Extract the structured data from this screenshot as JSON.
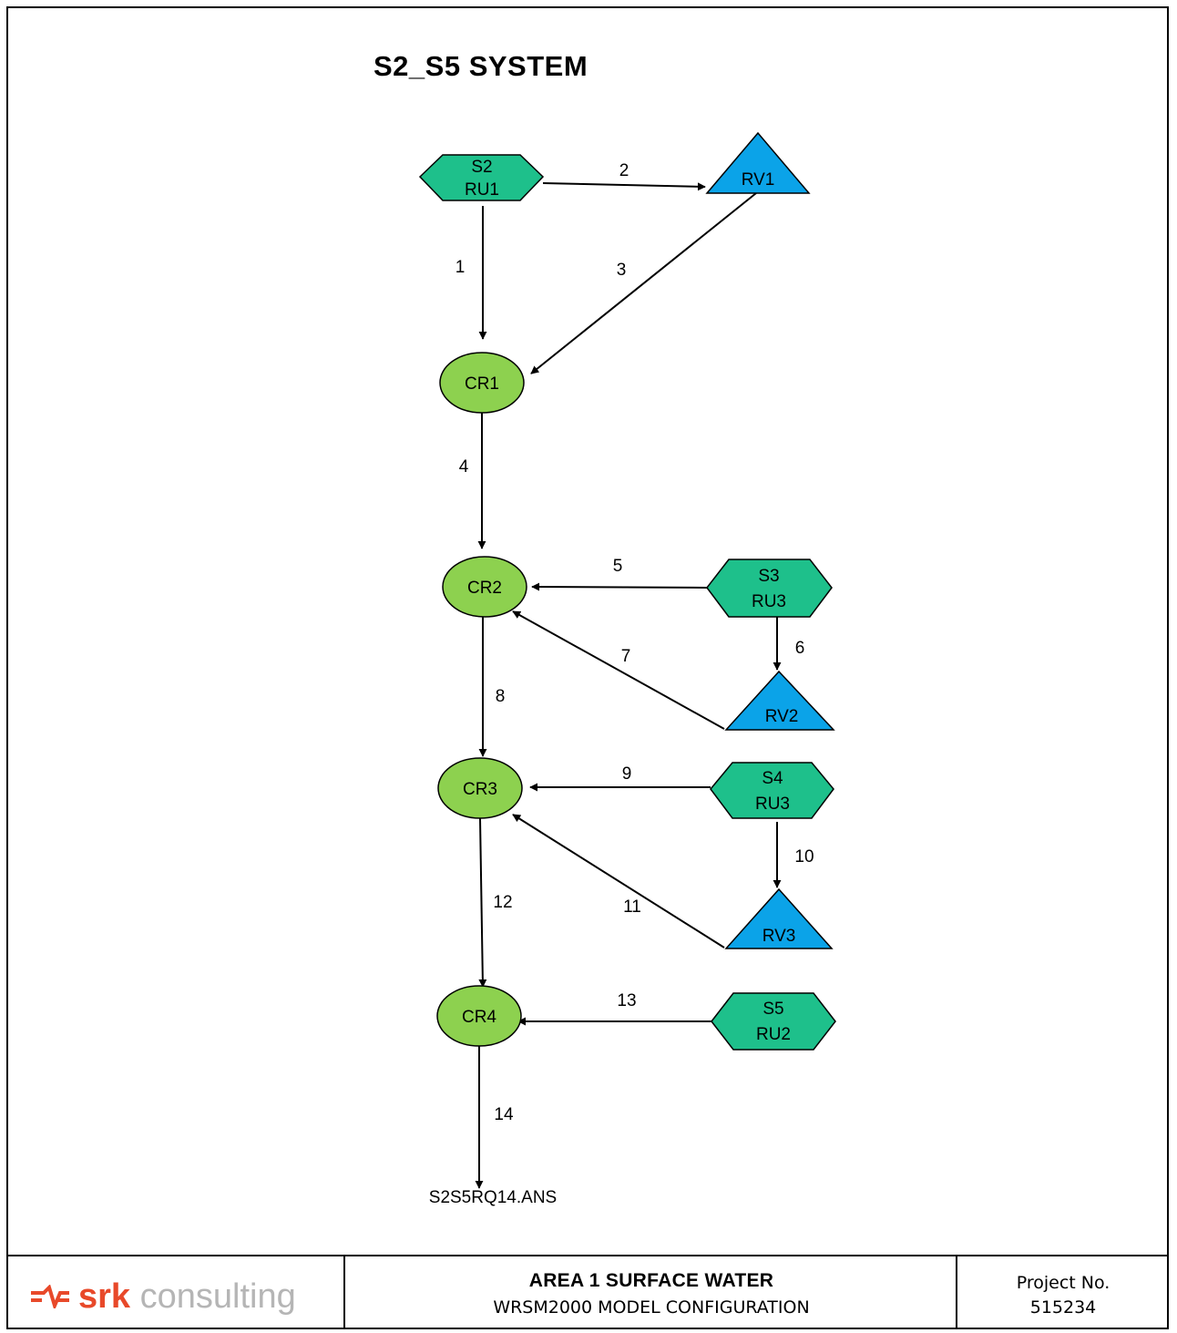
{
  "title": "S2_S5 SYSTEM",
  "colors": {
    "hexagon_fill": "#1ec08b",
    "triangle_fill": "#0ba3e8",
    "ellipse_fill": "#8dd14f",
    "line": "#000000",
    "logo_red": "#e8492a",
    "logo_gray": "#b5b5b5"
  },
  "nodes": {
    "s2": {
      "line1": "S2",
      "line2": "RU1",
      "shape": "hexagon"
    },
    "rv1": {
      "label": "RV1",
      "shape": "triangle"
    },
    "cr1": {
      "label": "CR1",
      "shape": "ellipse"
    },
    "cr2": {
      "label": "CR2",
      "shape": "ellipse"
    },
    "s3": {
      "line1": "S3",
      "line2": "RU3",
      "shape": "hexagon"
    },
    "rv2": {
      "label": "RV2",
      "shape": "triangle"
    },
    "cr3": {
      "label": "CR3",
      "shape": "ellipse"
    },
    "s4": {
      "line1": "S4",
      "line2": "RU3",
      "shape": "hexagon"
    },
    "rv3": {
      "label": "RV3",
      "shape": "triangle"
    },
    "cr4": {
      "label": "CR4",
      "shape": "ellipse"
    },
    "s5": {
      "line1": "S5",
      "line2": "RU2",
      "shape": "hexagon"
    },
    "outlet": {
      "label": "S2S5RQ14.ANS"
    }
  },
  "edges": {
    "e1": "1",
    "e2": "2",
    "e3": "3",
    "e4": "4",
    "e5": "5",
    "e6": "6",
    "e7": "7",
    "e8": "8",
    "e9": "9",
    "e10": "10",
    "e11": "11",
    "e12": "12",
    "e13": "13",
    "e14": "14"
  },
  "footer": {
    "logo_bold": "srk",
    "logo_light": " consulting",
    "logo_icon": "srk-wave-arrow-icon",
    "title": "AREA 1 SURFACE WATER",
    "subtitle": "WRSM2000 MODEL CONFIGURATION",
    "project_label": "Project No.",
    "project_number": "515234"
  }
}
